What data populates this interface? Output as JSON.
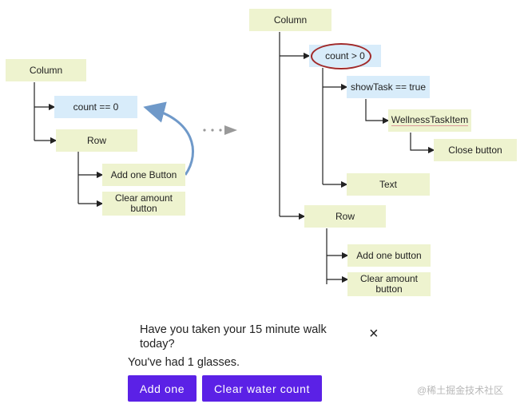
{
  "diagram": {
    "left_tree": {
      "column": "Column",
      "condition": "count == 0",
      "row": "Row",
      "add_button": "Add one Button",
      "clear_button_line1": "Clear amount",
      "clear_button_line2": "button"
    },
    "right_tree": {
      "column": "Column",
      "condition": "count > 0",
      "show_task": "showTask == true",
      "wellness_item": "WellnessTaskItem",
      "close_button": "Close button",
      "text": "Text",
      "row": "Row",
      "add_button": "Add one button",
      "clear_button_line1": "Clear amount",
      "clear_button_line2": "button"
    },
    "colors": {
      "node_yellow": "#eef3cf",
      "node_blue": "#d8ecfa",
      "arrow_blue": "#6f99c9",
      "highlight_oval": "#a12a2a"
    }
  },
  "preview": {
    "prompt": "Have you taken your 15 minute walk today?",
    "close_icon": "×",
    "count_text": "You've had 1 glasses.",
    "add_button": "Add one",
    "clear_button": "Clear water count",
    "button_color": "#5b21e6"
  },
  "watermark": "@稀土掘金技术社区"
}
